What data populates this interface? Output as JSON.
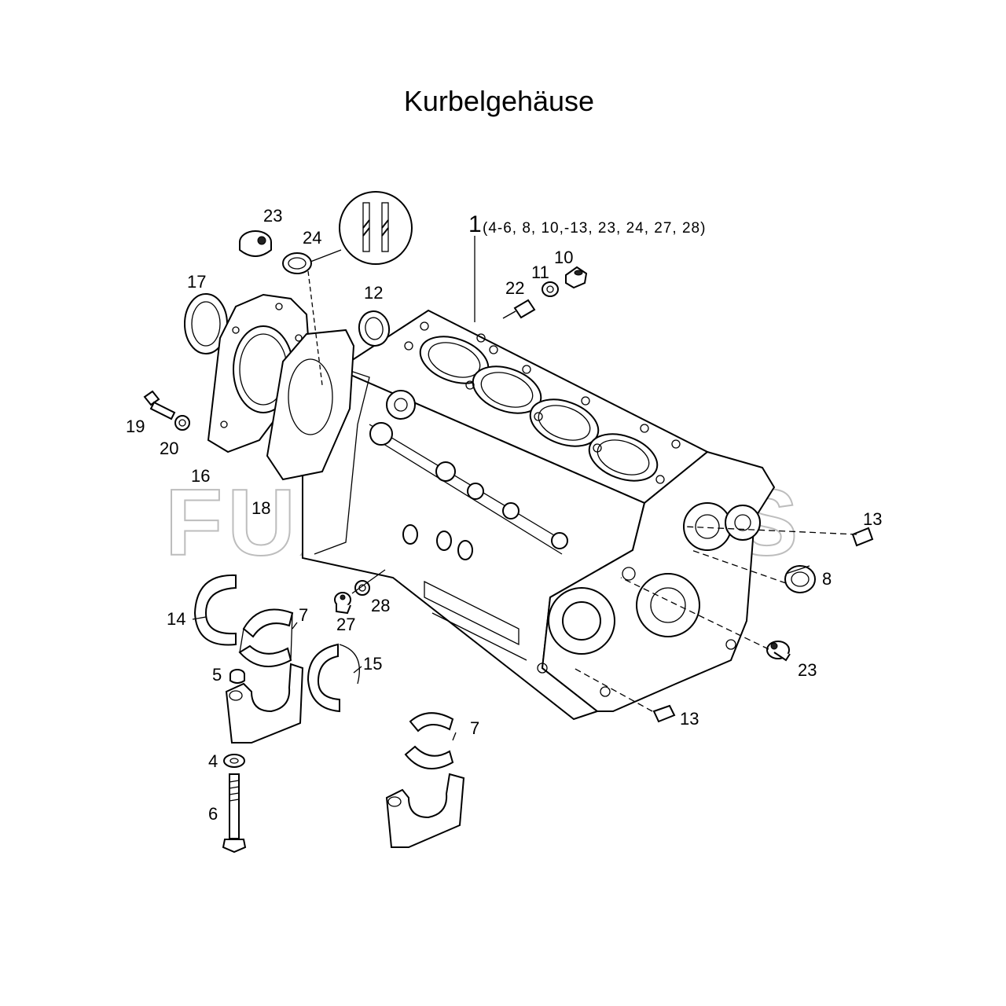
{
  "title": "Kurbelgehäuse",
  "main_label": "1",
  "main_label_note": "(4-6, 8, 10,-13, 23, 24, 27, 28)",
  "watermark": "FUXX PARTS",
  "callouts": {
    "c23a": "23",
    "c24": "24",
    "c17": "17",
    "c12": "12",
    "c22": "22",
    "c11": "11",
    "c10": "10",
    "c19": "19",
    "c20": "20",
    "c16": "16",
    "c18": "18",
    "c13a": "13",
    "c8": "8",
    "c14": "14",
    "c7a": "7",
    "c28": "28",
    "c27": "27",
    "c5": "5",
    "c15": "15",
    "c23b": "23",
    "c13b": "13",
    "c7b": "7",
    "c4": "4",
    "c6": "6"
  },
  "colors": {
    "line": "#000000",
    "watermark_outline": "#bdbdbd",
    "watermark_accent": "#f3d48e"
  }
}
